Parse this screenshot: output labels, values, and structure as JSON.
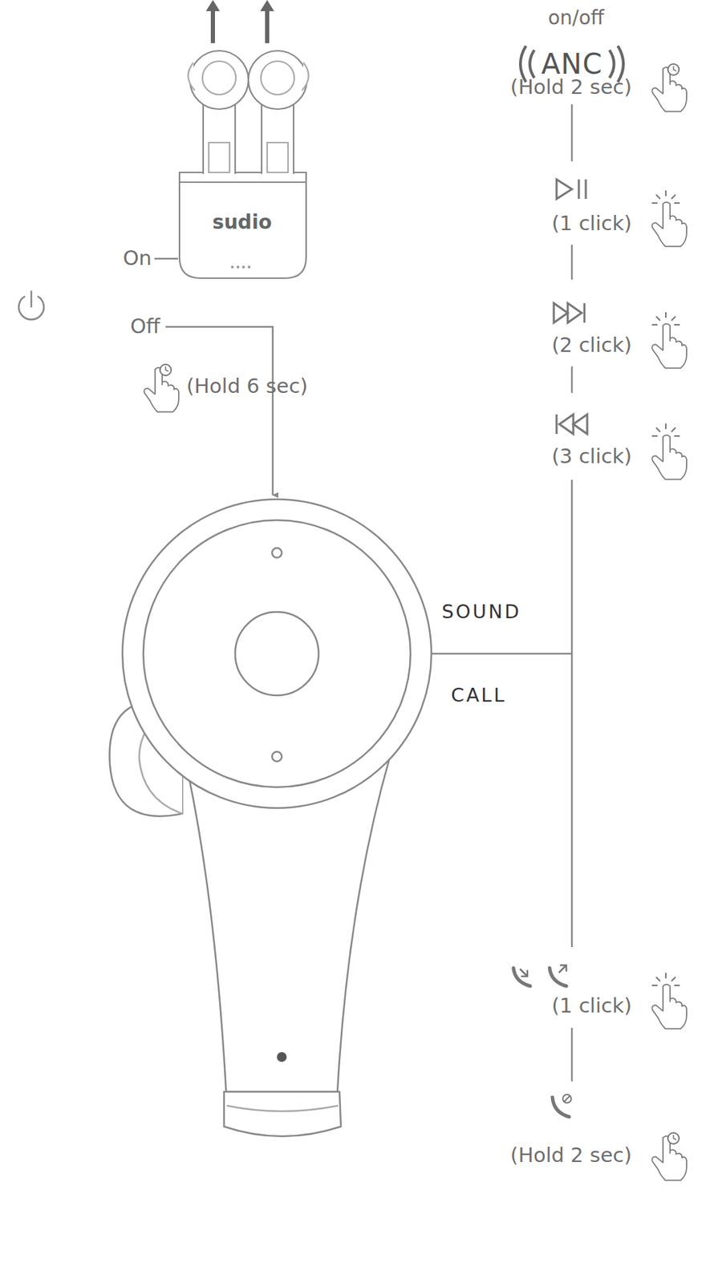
{
  "diagram": {
    "labels": [
      "on/off",
      "ANC",
      "(Hold 2 sec)",
      "(1 click)",
      "(2 click)",
      "(3 click)",
      "SOUND",
      "CALL",
      "(1 click)",
      "(Hold 2 sec)",
      "sudio",
      "On",
      "Off",
      "(Hold 6 sec)"
    ]
  }
}
